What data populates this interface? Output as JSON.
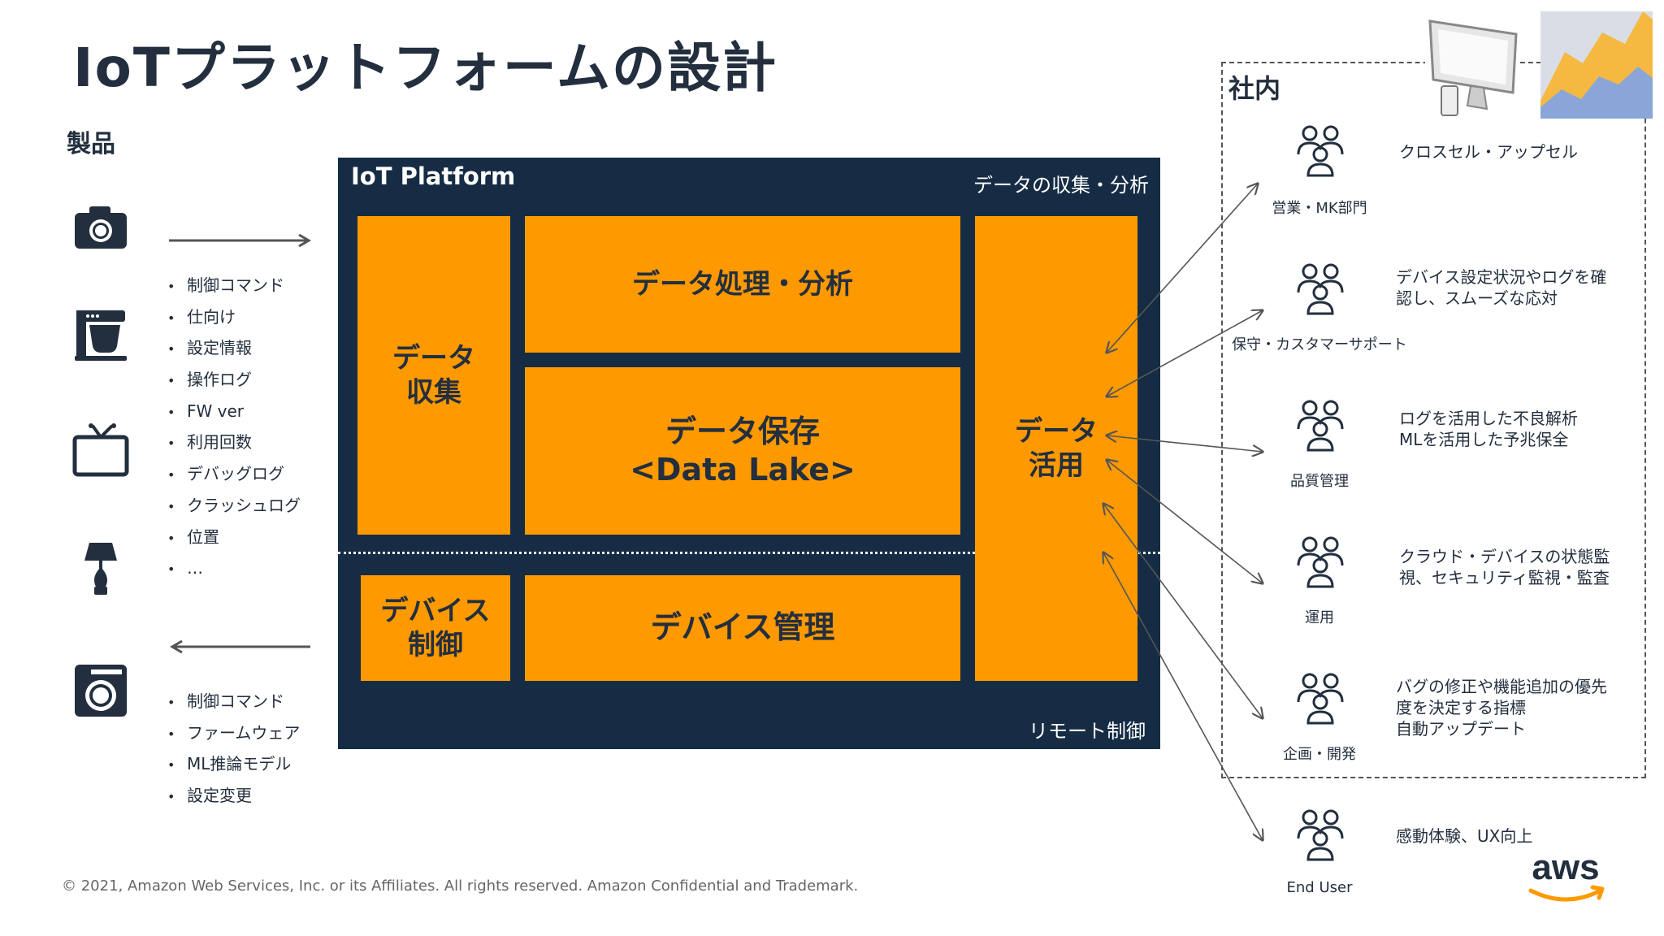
{
  "title": "IoTプラットフォームの設計",
  "products": {
    "label": "製品",
    "icons": [
      "camera-icon",
      "stand-mixer-icon",
      "tv-icon",
      "lamp-icon",
      "washing-machine-icon"
    ],
    "upload_items": [
      "制御コマンド",
      "仕向け",
      "設定情報",
      "操作ログ",
      "FW ver",
      "利用回数",
      "デバッグログ",
      "クラッシュログ",
      "位置",
      "…"
    ],
    "download_items": [
      "制御コマンド",
      "ファームウェア",
      "ML推論モデル",
      "設定変更"
    ]
  },
  "platform": {
    "title": "IoT Platform",
    "top_label": "データの収集・分析",
    "bottom_label": "リモート制御",
    "blocks": {
      "collection": "データ\n収集",
      "processing": "データ処理・分析",
      "storage": "データ保存\n<Data Lake>",
      "utilization": "データ\n活用",
      "device_control": "デバイス\n制御",
      "device_management": "デバイス管理"
    }
  },
  "internal": {
    "label": "社内",
    "groups": [
      {
        "name": "営業・MK部門",
        "desc": "クロスセル・アップセル"
      },
      {
        "name": "保守・カスタマーサポート",
        "desc": "デバイス設定状況やログを確\n認し、スムーズな応対"
      },
      {
        "name": "品質管理",
        "desc": "ログを活用した不良解析\nMLを活用した予兆保全"
      },
      {
        "name": "運用",
        "desc": "クラウド・デバイスの状態監\n視、セキュリティ監視・監査"
      },
      {
        "name": "企画・開発",
        "desc": "バグの修正や機能追加の優先\n度を決定する指標\n自動アップデート"
      }
    ]
  },
  "end_user": {
    "name": "End User",
    "desc": "感動体験、UX向上"
  },
  "footer": "© 2021, Amazon Web Services, Inc. or its Affiliates. All rights reserved. Amazon Confidential and Trademark.",
  "logo_text": "aws",
  "colors": {
    "navy": "#152c44",
    "orange": "#ff9900",
    "text": "#232f3e"
  }
}
